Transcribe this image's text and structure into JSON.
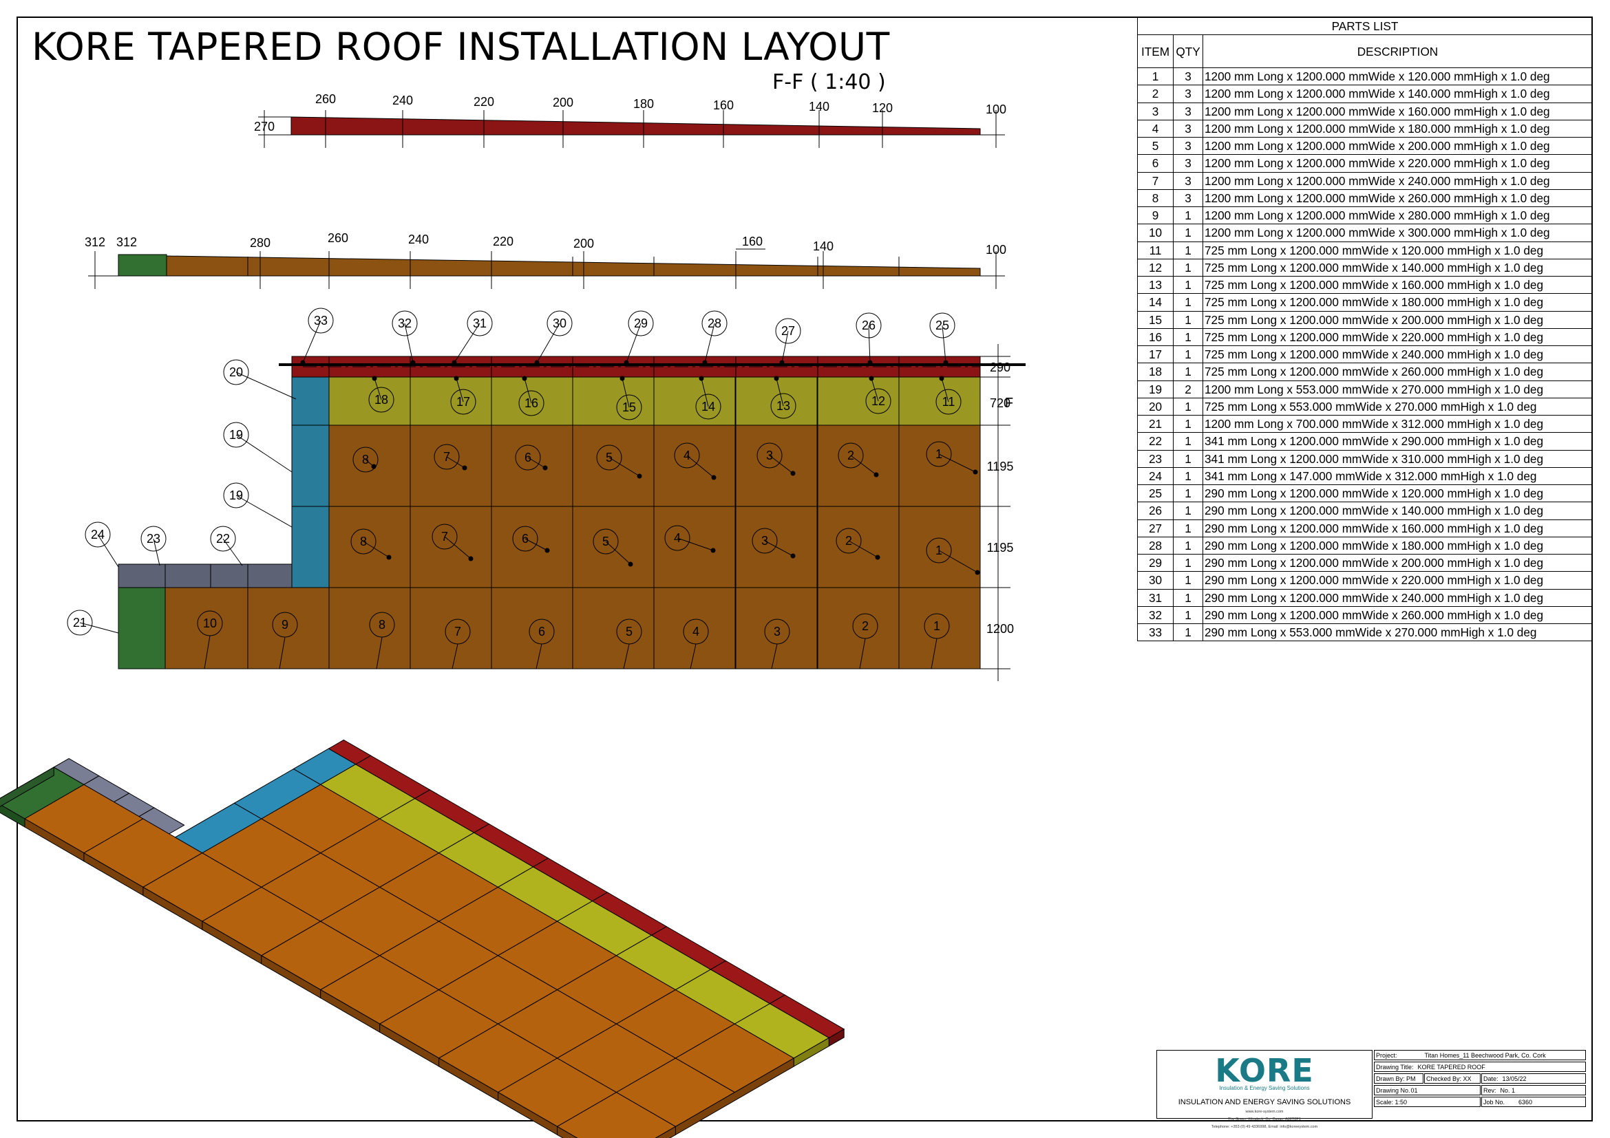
{
  "title": "KORE TAPERED ROOF INSTALLATION LAYOUT",
  "section_label": "F-F ( 1:40 )",
  "section_1_dims": {
    "left": "270",
    "labels": [
      "260",
      "240",
      "220",
      "200",
      "180",
      "160",
      "140",
      "120",
      "100"
    ]
  },
  "section_2_dims": {
    "left_a": "312",
    "left_b": "312",
    "labels": [
      "280",
      "260",
      "240",
      "220",
      "200",
      "160",
      "140",
      "100"
    ]
  },
  "plan_row_dims": [
    "290",
    "720",
    "1195",
    "1195",
    "1200"
  ],
  "plan_section_mark": "F",
  "balloons": {
    "top_row": [
      "33",
      "32",
      "31",
      "30",
      "29",
      "28",
      "27",
      "26",
      "25"
    ],
    "row_yellow": [
      "18",
      "17",
      "16",
      "15",
      "14",
      "13",
      "12",
      "11"
    ],
    "row_a": [
      "8",
      "7",
      "6",
      "5",
      "4",
      "3",
      "2",
      "1"
    ],
    "row_b": [
      "8",
      "7",
      "6",
      "5",
      "4",
      "3",
      "2",
      "1"
    ],
    "row_c": [
      "10",
      "9",
      "8",
      "7",
      "6",
      "5",
      "4",
      "3",
      "2",
      "1"
    ],
    "side": [
      "20",
      "19",
      "19",
      "24",
      "23",
      "22",
      "21"
    ]
  },
  "parts_list": {
    "title": "PARTS LIST",
    "headers": [
      "ITEM",
      "QTY",
      "DESCRIPTION"
    ],
    "rows": [
      [
        "1",
        "3",
        "1200 mm Long x 1200.000 mmWide x 120.000 mmHigh x 1.0 deg"
      ],
      [
        "2",
        "3",
        "1200 mm Long x 1200.000 mmWide x 140.000 mmHigh x 1.0 deg"
      ],
      [
        "3",
        "3",
        "1200 mm Long x 1200.000 mmWide x 160.000 mmHigh x 1.0 deg"
      ],
      [
        "4",
        "3",
        "1200 mm Long x 1200.000 mmWide x 180.000 mmHigh x 1.0 deg"
      ],
      [
        "5",
        "3",
        "1200 mm Long x 1200.000 mmWide x 200.000 mmHigh x 1.0 deg"
      ],
      [
        "6",
        "3",
        "1200 mm Long x 1200.000 mmWide x 220.000 mmHigh x 1.0 deg"
      ],
      [
        "7",
        "3",
        "1200 mm Long x 1200.000 mmWide x 240.000 mmHigh x 1.0 deg"
      ],
      [
        "8",
        "3",
        "1200 mm Long x 1200.000 mmWide x 260.000 mmHigh x 1.0 deg"
      ],
      [
        "9",
        "1",
        "1200 mm Long x 1200.000 mmWide x 280.000 mmHigh x 1.0 deg"
      ],
      [
        "10",
        "1",
        "1200 mm Long x 1200.000 mmWide x 300.000 mmHigh x 1.0 deg"
      ],
      [
        "11",
        "1",
        "725 mm Long x 1200.000 mmWide x 120.000 mmHigh x 1.0 deg"
      ],
      [
        "12",
        "1",
        "725 mm Long x 1200.000 mmWide x 140.000 mmHigh x 1.0 deg"
      ],
      [
        "13",
        "1",
        "725 mm Long x 1200.000 mmWide x 160.000 mmHigh x 1.0 deg"
      ],
      [
        "14",
        "1",
        "725 mm Long x 1200.000 mmWide x 180.000 mmHigh x 1.0 deg"
      ],
      [
        "15",
        "1",
        "725 mm Long x 1200.000 mmWide x 200.000 mmHigh x 1.0 deg"
      ],
      [
        "16",
        "1",
        "725 mm Long x 1200.000 mmWide x 220.000 mmHigh x 1.0 deg"
      ],
      [
        "17",
        "1",
        "725 mm Long x 1200.000 mmWide x 240.000 mmHigh x 1.0 deg"
      ],
      [
        "18",
        "1",
        "725 mm Long x 1200.000 mmWide x 260.000 mmHigh x 1.0 deg"
      ],
      [
        "19",
        "2",
        "1200 mm Long x 553.000 mmWide x 270.000 mmHigh x 1.0 deg"
      ],
      [
        "20",
        "1",
        "725 mm Long x 553.000 mmWide x 270.000 mmHigh x 1.0 deg"
      ],
      [
        "21",
        "1",
        "1200 mm Long x 700.000 mmWide x 312.000 mmHigh x 1.0 deg"
      ],
      [
        "22",
        "1",
        "341 mm Long x 1200.000 mmWide x 290.000 mmHigh x 1.0 deg"
      ],
      [
        "23",
        "1",
        "341 mm Long x 1200.000 mmWide x 310.000 mmHigh x 1.0 deg"
      ],
      [
        "24",
        "1",
        "341 mm Long x 147.000 mmWide x 312.000 mmHigh x 1.0 deg"
      ],
      [
        "25",
        "1",
        "290 mm Long x 1200.000 mmWide x 120.000 mmHigh x 1.0 deg"
      ],
      [
        "26",
        "1",
        "290 mm Long x 1200.000 mmWide x 140.000 mmHigh x 1.0 deg"
      ],
      [
        "27",
        "1",
        "290 mm Long x 1200.000 mmWide x 160.000 mmHigh x 1.0 deg"
      ],
      [
        "28",
        "1",
        "290 mm Long x 1200.000 mmWide x 180.000 mmHigh x 1.0 deg"
      ],
      [
        "29",
        "1",
        "290 mm Long x 1200.000 mmWide x 200.000 mmHigh x 1.0 deg"
      ],
      [
        "30",
        "1",
        "290 mm Long x 1200.000 mmWide x 220.000 mmHigh x 1.0 deg"
      ],
      [
        "31",
        "1",
        "290 mm Long x 1200.000 mmWide x 240.000 mmHigh x 1.0 deg"
      ],
      [
        "32",
        "1",
        "290 mm Long x 1200.000 mmWide x 260.000 mmHigh x 1.0 deg"
      ],
      [
        "33",
        "1",
        "290 mm Long x 553.000 mmWide x 270.000 mmHigh x 1.0 deg"
      ]
    ]
  },
  "title_block": {
    "brand": "KORE",
    "tagline": "Insulation & Energy Saving Solutions",
    "subtitle": "INSULATION AND ENERGY SAVING SOLUTIONS",
    "website": "www.kore-system.com",
    "address": "The Green, Kilnaleck, Co. Cavan, A82T2P1",
    "contact": "Telephone: +353 (0) 49 4336998, Email: info@koreeystem.com",
    "project_label": "Project:",
    "project": "Titan Homes_11 Beechwood Park, Co. Cork",
    "drawing_title_label": "Drawing Title:",
    "drawing_title": "KORE TAPERED ROOF",
    "drawn_by": "Drawn By: PM",
    "checked_by": "Checked By: XX",
    "date_label": "Date:",
    "date": "13/05/22",
    "drawing_no_label": "Drawing No.",
    "drawing_no": "01",
    "rev_label": "Rev:",
    "rev": "No. 1",
    "scale": "Scale: 1:50",
    "job_no_label": "Job No.",
    "job_no": "6360"
  },
  "colors": {
    "red": "#8b1414",
    "orange": "#8c5212",
    "orange_iso": "#b5620f",
    "yellow": "#9a9722",
    "yellow_iso": "#b0b21e",
    "blue": "#2a7d9a",
    "blue_iso": "#2c8cb5",
    "green": "#327032",
    "grey": "#5e6275",
    "grey_iso": "#7a7e95",
    "teal_brand": "#1a7a86"
  }
}
